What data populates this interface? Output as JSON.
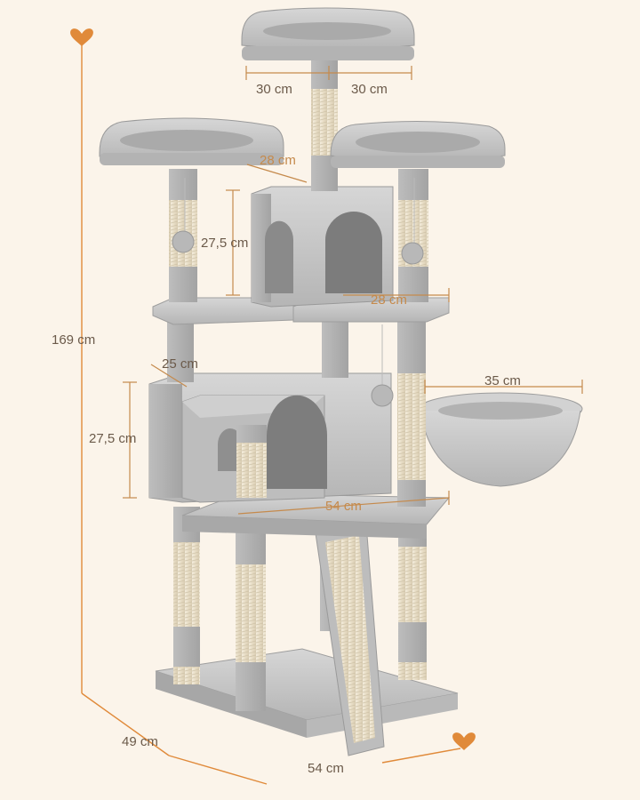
{
  "dimensions": {
    "total_height": "169 cm",
    "top_left_width": "30 cm",
    "top_right_width": "30 cm",
    "upper_platform_depth": "28 cm",
    "upper_condo_height": "27,5 cm",
    "middle_platform_width": "28 cm",
    "lower_platform_depth": "25 cm",
    "basket_diameter": "35 cm",
    "lower_condo_height": "27,5 cm",
    "lower_platform_width": "54 cm",
    "base_depth": "49 cm",
    "base_width": "54 cm"
  },
  "colors": {
    "background": "#fbf4ea",
    "accent_orange": "#e08a3a",
    "plush_gray": "#c9c9c9",
    "plush_dark": "#a9a9a9",
    "sisal": "#efe6d2"
  },
  "icons": {
    "height_marker": "heart-icon",
    "width_marker": "heart-icon"
  }
}
